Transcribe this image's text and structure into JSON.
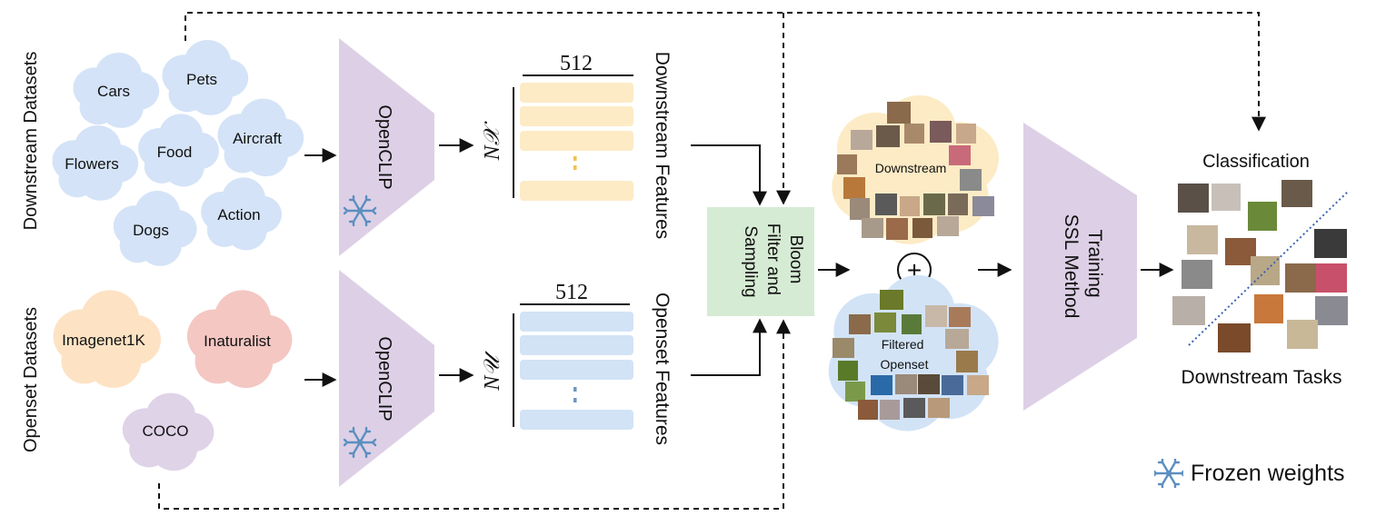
{
  "downstream": {
    "group_label": "Downstream Datasets",
    "datasets": [
      "Cars",
      "Pets",
      "Flowers",
      "Food",
      "Aircraft",
      "Dogs",
      "Action"
    ]
  },
  "openset": {
    "group_label": "Openset Datasets",
    "datasets": [
      "Imagenet1K",
      "Inaturalist",
      "COCO"
    ]
  },
  "encoder_label": "OpenCLIP",
  "features": {
    "dim_label": "512",
    "downstream_label": "Downstream Features",
    "downstream_size": "N𝒳",
    "openset_label": "Openset Features",
    "openset_size": "N𝒰"
  },
  "bloom_label": "Bloom Filter and Sampling",
  "merge": {
    "downstream": "Downstream",
    "filtered": "Filtered Openset",
    "plus": "+"
  },
  "training_label": "Training SSL Method",
  "output": {
    "classification": "Classification",
    "tasks": "Downstream Tasks"
  },
  "legend": {
    "text": "Frozen weights",
    "icon": "snowflake-icon"
  },
  "colors": {
    "downstream_cloud": "#d4e3f7",
    "imagenet_cloud": "#fde3c4",
    "inaturalist_cloud": "#f4c7c3",
    "coco_cloud": "#dfd3e8",
    "encoder": "#ddd0e6",
    "downstream_feature": "#fcebc5",
    "openset_feature": "#d2e3f6",
    "bloom": "#d6ebd4",
    "training": "#ddd0e6",
    "snowflake": "#5b8fc0"
  }
}
